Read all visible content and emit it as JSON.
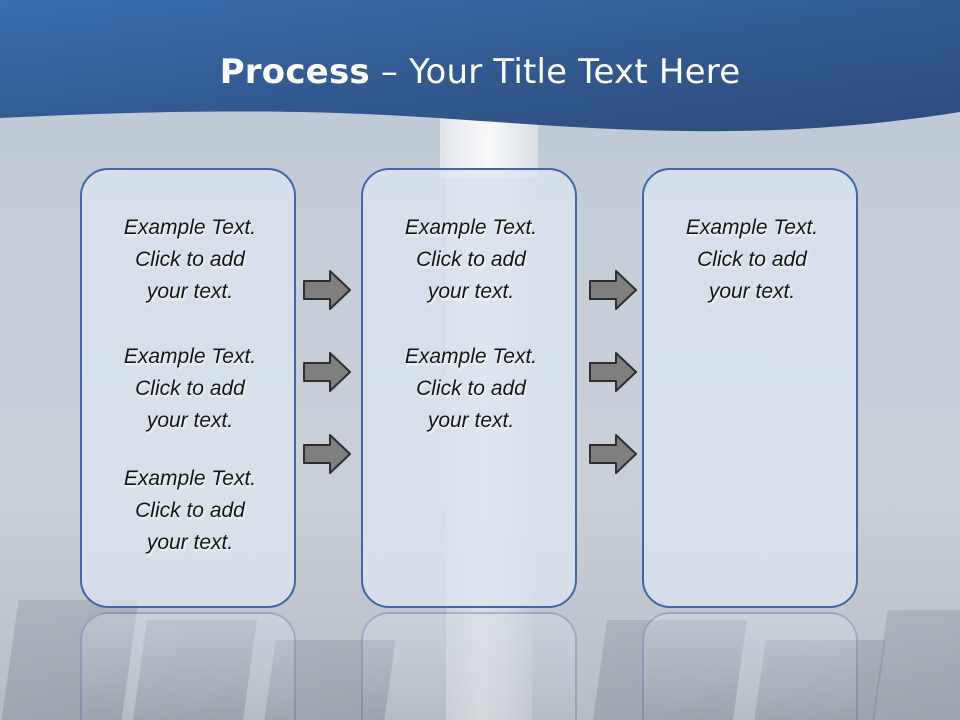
{
  "title": {
    "bold": "Process",
    "rest": " – Your Title Text Here"
  },
  "columns": [
    {
      "blocks": [
        {
          "line1": "Example Text.",
          "line2": "Click  to add",
          "line3": "your text."
        },
        {
          "line1": "Example Text.",
          "line2": "Click  to add",
          "line3": "your text."
        },
        {
          "line1": "Example Text.",
          "line2": "Click  to add",
          "line3": "your text."
        }
      ]
    },
    {
      "blocks": [
        {
          "line1": "Example Text.",
          "line2": "Click  to add",
          "line3": "your text."
        },
        {
          "line1": "Example Text.",
          "line2": "Click  to add",
          "line3": "your text."
        }
      ]
    },
    {
      "blocks": [
        {
          "line1": "Example Text.",
          "line2": "Click  to add",
          "line3": "your text."
        }
      ]
    }
  ],
  "icons": {
    "arrow": "right-arrow-icon"
  },
  "colors": {
    "banner": "#3d659c",
    "box_border": "#3f66a8",
    "arrow_fill": "#7f7f7f",
    "title_text": "#ffffff"
  }
}
